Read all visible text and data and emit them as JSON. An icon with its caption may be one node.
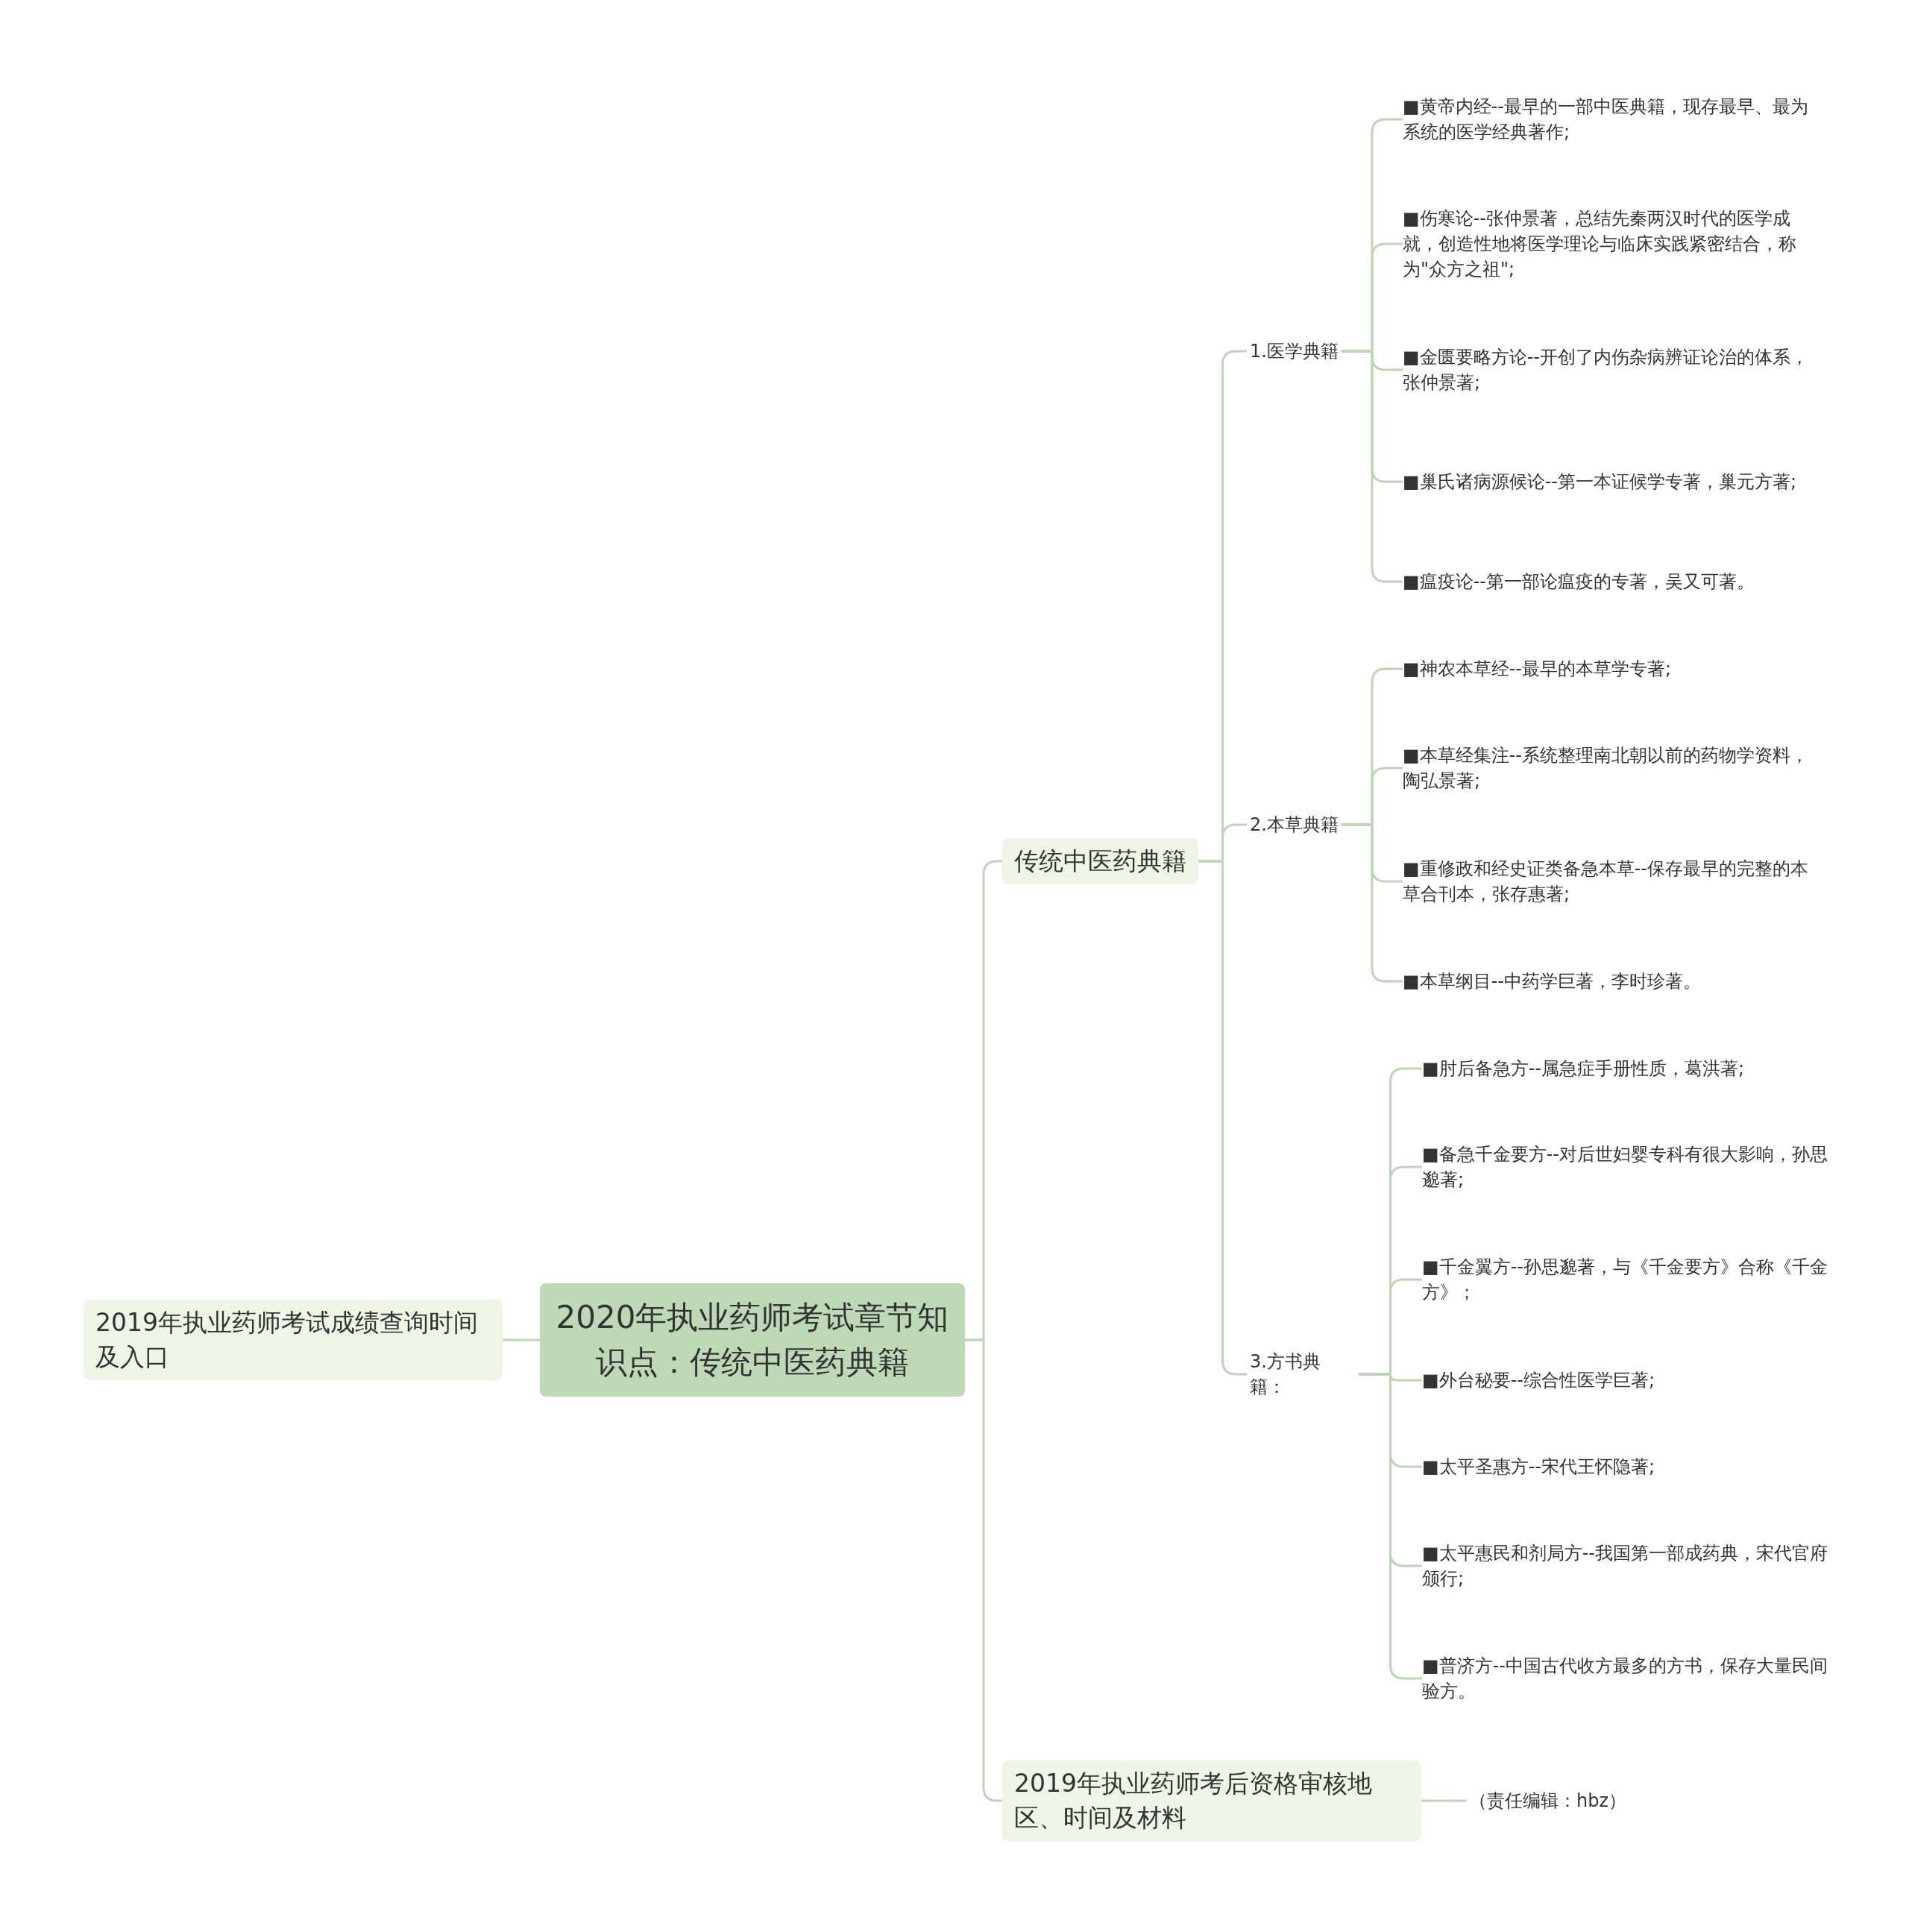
{
  "diagram": {
    "nodes": [
      {
        "text": [
          "2020年执业药师考试章节知识点：传统中医药典籍"
        ]
      },
      {
        "text": [
          "2019年执业药师考试成绩查询时间及入口"
        ]
      },
      {
        "text": [
          "传统中医药典籍"
        ]
      },
      {
        "text": [
          "1.医学典籍"
        ]
      },
      {
        "text": [
          "■黄帝内经--最早的一部中医典籍，现存最早、最为系统的医学经典著作;"
        ]
      },
      {
        "text": [
          "■伤寒论--张仲景著，总结先秦两汉时代的医学成就，创造性地将医学理论与临床实践紧密结合，称为\"众方之祖\";"
        ]
      },
      {
        "text": [
          "■金匮要略方论--开创了内伤杂病辨证论治的体系，张仲景著;"
        ]
      },
      {
        "text": [
          "■巢氏诸病源候论--第一本证候学专著，巢元方著;"
        ]
      },
      {
        "text": [
          "■瘟疫论--第一部论瘟疫的专著，吴又可著。"
        ]
      },
      {
        "text": [
          "2.本草典籍"
        ]
      },
      {
        "text": [
          "■神农本草经--最早的本草学专著;"
        ]
      },
      {
        "text": [
          "■本草经集注--系统整理南北朝以前的药物学资料，陶弘景著;"
        ]
      },
      {
        "text": [
          "■重修政和经史证类备急本草--保存最早的完整的本草合刊本，张存惠著;"
        ]
      },
      {
        "text": [
          "■本草纲目--中药学巨著，李时珍著。"
        ]
      },
      {
        "text": [
          "3.方书典籍："
        ]
      },
      {
        "text": [
          "■肘后备急方--属急症手册性质，葛洪著;"
        ]
      },
      {
        "text": [
          "■备急千金要方--对后世妇婴专科有很大影响，孙思邈著;"
        ]
      },
      {
        "text": [
          "■千金翼方--孙思邈著，与《千金要方》合称《千金方》；"
        ]
      },
      {
        "text": [
          "■外台秘要--综合性医学巨著;"
        ]
      },
      {
        "text": [
          "■太平圣惠方--宋代王怀隐著;"
        ]
      },
      {
        "text": [
          "■太平惠民和剂局方--我国第一部成药典，宋代官府颁行;"
        ]
      },
      {
        "text": [
          "■普济方--中国古代收方最多的方书，保存大量民间验方。"
        ]
      },
      {
        "text": [
          "2019年执业药师考后资格审核地区、时间及材料"
        ]
      },
      {
        "text": [
          "（责任编辑：hbz）"
        ]
      }
    ],
    "edges": [
      {
        "from": 0,
        "to": 1,
        "arrow": "none"
      },
      {
        "from": 0,
        "to": 2,
        "arrow": "none"
      },
      {
        "from": 0,
        "to": 22,
        "arrow": "none"
      },
      {
        "from": 2,
        "to": 3,
        "arrow": "none"
      },
      {
        "from": 3,
        "to": 4,
        "arrow": "none"
      },
      {
        "from": 3,
        "to": 5,
        "arrow": "none"
      },
      {
        "from": 3,
        "to": 6,
        "arrow": "none"
      },
      {
        "from": 3,
        "to": 7,
        "arrow": "none"
      },
      {
        "from": 3,
        "to": 8,
        "arrow": "none"
      },
      {
        "from": 2,
        "to": 9,
        "arrow": "none"
      },
      {
        "from": 9,
        "to": 10,
        "arrow": "none"
      },
      {
        "from": 9,
        "to": 11,
        "arrow": "none"
      },
      {
        "from": 9,
        "to": 12,
        "arrow": "none"
      },
      {
        "from": 9,
        "to": 13,
        "arrow": "none"
      },
      {
        "from": 2,
        "to": 14,
        "arrow": "none"
      },
      {
        "from": 14,
        "to": 15,
        "arrow": "none"
      },
      {
        "from": 14,
        "to": 16,
        "arrow": "none"
      },
      {
        "from": 14,
        "to": 17,
        "arrow": "none"
      },
      {
        "from": 14,
        "to": 18,
        "arrow": "none"
      },
      {
        "from": 14,
        "to": 19,
        "arrow": "none"
      },
      {
        "from": 14,
        "to": 20,
        "arrow": "none"
      },
      {
        "from": 14,
        "to": 21,
        "arrow": "none"
      },
      {
        "from": 22,
        "to": 23,
        "arrow": "none"
      }
    ]
  }
}
